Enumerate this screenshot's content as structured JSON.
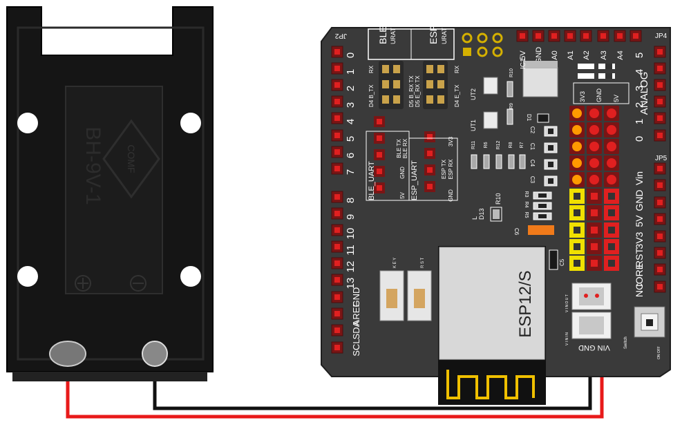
{
  "colors": {
    "board": "#3a3a3a",
    "board_edge": "#1e1e1e",
    "holder": "#151515",
    "silk": "#ffffff",
    "header": "#7a1515",
    "pin_red": "#e02020",
    "pin_yellow": "#f0e000",
    "pin_orange": "#ff9a00",
    "wire_red": "#e81a1a",
    "wire_black": "#111111",
    "antenna": "#f0c000",
    "module": "#d8d8d8"
  },
  "battery_holder": {
    "label": "BH-9V-1",
    "logo": "COMF"
  },
  "board": {
    "jp2": "JP2",
    "jp4": "JP4",
    "jp5": "JP5",
    "ble_title": "BLE",
    "ble_sub": "URAT",
    "esp_title": "ESP",
    "esp_sub": "URAT",
    "digital_left": [
      "0",
      "1",
      "2",
      "3",
      "4",
      "5",
      "6",
      "7"
    ],
    "digital_left2": [
      "8",
      "9",
      "10",
      "11",
      "12",
      "13"
    ],
    "misc_left": [
      "GND",
      "AREF",
      "SDA",
      "SCL"
    ],
    "top_pins": [
      "5V",
      "GND",
      "A0",
      "A1",
      "A2",
      "A3",
      "A4"
    ],
    "analog_label": "ANALOG",
    "analog_nums": [
      "5",
      "4",
      "3",
      "2",
      "1",
      "0"
    ],
    "power_labels": [
      "Vin",
      "GND",
      "5V",
      "3V3",
      "RST",
      "IORE",
      "NC"
    ],
    "switch_labels": [
      "3V3",
      "GND",
      "5V"
    ],
    "ic1": "IC1",
    "ut2": "UT2",
    "ut1": "UT1",
    "r10": "R10",
    "r9": "R9",
    "d1": "D1",
    "c2": "C2",
    "c1": "C1",
    "c4": "C4",
    "c3": "C3",
    "r_row": [
      "R11",
      "R6",
      "R12",
      "R8",
      "R7"
    ],
    "r3": "R3",
    "r4": "R4",
    "r5": "R5",
    "c6": "C6",
    "c5": "C5",
    "l": "L",
    "d13": "D13",
    "r10b": "R10",
    "jumper_left": [
      "RX",
      "D4 B_TX"
    ],
    "jumper_mid": [
      "D5 B_RX TX",
      "D5 E_RX TX"
    ],
    "jumper_right": [
      "RX",
      "D4 E_TX"
    ],
    "ble_uart": "BLE_UART",
    "esp_uart": "ESP_UART",
    "ble_cols": [
      "5V",
      "GND",
      "BLE TX",
      "BLE RX"
    ],
    "esp_cols": [
      "GND",
      "ESP TX",
      "ESP RX",
      "3V3"
    ],
    "module": "ESP12/S",
    "key": "K E Y",
    "rst": "R S T",
    "vin_out": "V I N O U T",
    "vin_in": "V I N I N",
    "connector": "VIN GND",
    "switch": "Switch",
    "on_off": "ON OFF"
  }
}
